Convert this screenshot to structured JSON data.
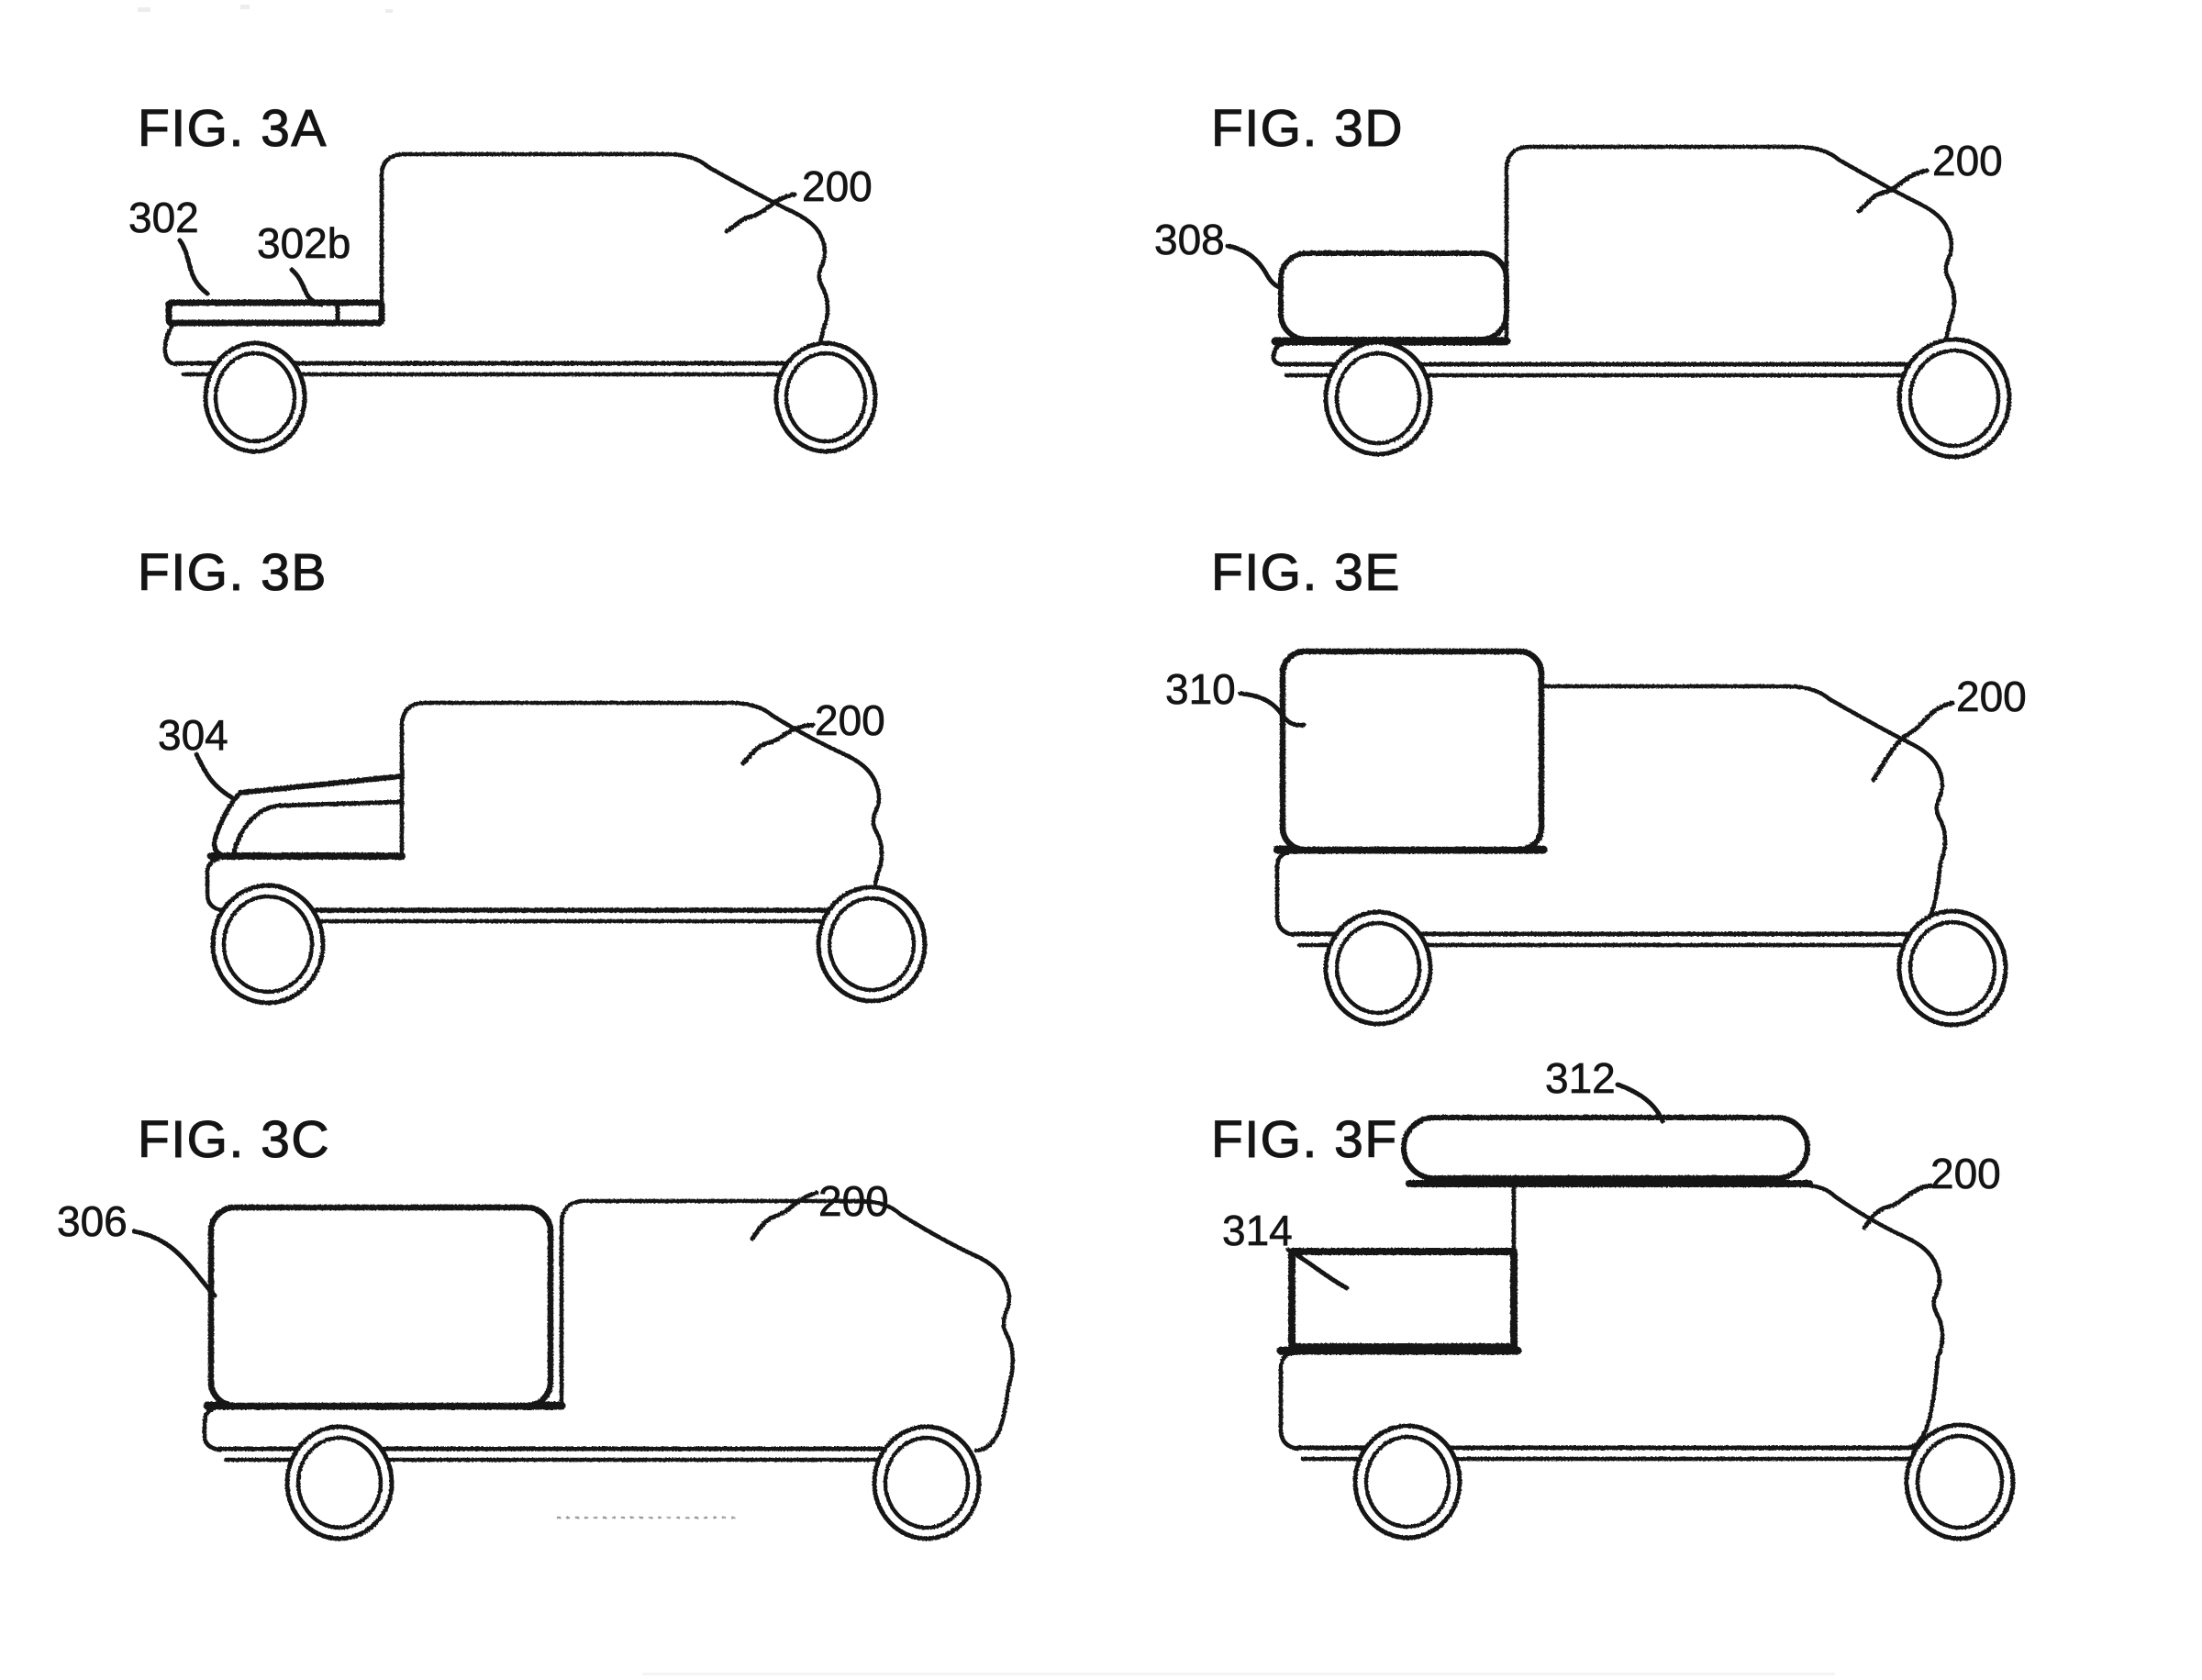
{
  "sheet": {
    "background": "#ffffff",
    "ink": "#141414",
    "figure_count": 6
  },
  "figures": [
    {
      "id": "3A",
      "title": "FIG. 3A",
      "accessory": "flat-bed-cover",
      "callouts": [
        {
          "ref": "302",
          "points_to": "flat-bed-cover"
        },
        {
          "ref": "302b",
          "points_to": "bed-cover-rear-section"
        },
        {
          "ref": "200",
          "points_to": "truck-body"
        }
      ]
    },
    {
      "id": "3B",
      "title": "FIG. 3B",
      "accessory": "sloped-bed-cover",
      "callouts": [
        {
          "ref": "304",
          "points_to": "sloped-bed-cover"
        },
        {
          "ref": "200",
          "points_to": "truck-body"
        }
      ]
    },
    {
      "id": "3C",
      "title": "FIG. 3C",
      "accessory": "bed-cargo-box",
      "callouts": [
        {
          "ref": "306",
          "points_to": "bed-cargo-box"
        },
        {
          "ref": "200",
          "points_to": "truck-body"
        }
      ]
    },
    {
      "id": "3D",
      "title": "FIG. 3D",
      "accessory": "bed-insert-container",
      "callouts": [
        {
          "ref": "308",
          "points_to": "bed-insert-container"
        },
        {
          "ref": "200",
          "points_to": "truck-body"
        }
      ]
    },
    {
      "id": "3E",
      "title": "FIG. 3E",
      "accessory": "tall-bed-box",
      "callouts": [
        {
          "ref": "310",
          "points_to": "tall-bed-box"
        },
        {
          "ref": "200",
          "points_to": "truck-body"
        }
      ]
    },
    {
      "id": "3F",
      "title": "FIG. 3F",
      "accessory": "roof-box-and-bed-box",
      "callouts": [
        {
          "ref": "312",
          "points_to": "roof-box"
        },
        {
          "ref": "314",
          "points_to": "bed-box"
        },
        {
          "ref": "200",
          "points_to": "truck-body"
        }
      ]
    }
  ]
}
